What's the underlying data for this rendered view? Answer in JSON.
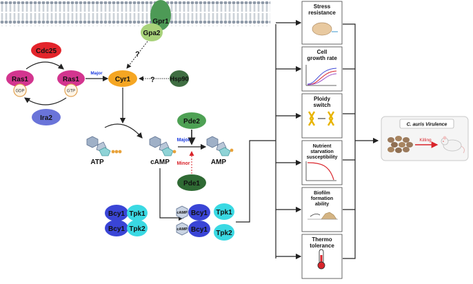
{
  "membrane": {
    "gpr1": "Gpr1",
    "gpa2": "Gpa2",
    "question_top": "?"
  },
  "proteins": {
    "cdc25": "Cdc25",
    "ras1_left": "Ras1",
    "gdp": "GDP",
    "ras1_right": "Ras1",
    "gtp": "GTP",
    "ira2": "Ira2",
    "cyr1": "Cyr1",
    "hsp90": "Hsp90",
    "question_hsp90": "?",
    "pde2": "Pde2",
    "pde1": "Pde1"
  },
  "labels": {
    "major_ras": "Major",
    "major_pde2": "Major",
    "minor_pde1": "Minor",
    "atp": "ATP",
    "camp": "cAMP",
    "amp": "AMP"
  },
  "pka": {
    "bcy1_a": "Bcy1",
    "tpk1_a": "Tpk1",
    "bcy1_b": "Bcy1",
    "tpk2_a": "Tpk2",
    "camp_tag_1": "cAMP",
    "bcy1_c": "Bcy1",
    "camp_tag_2": "cAMP",
    "bcy1_d": "Bcy1",
    "tpk1_b": "Tpk1",
    "tpk2_b": "Tpk2"
  },
  "phenotypes": [
    {
      "title": "Stress\nresistance"
    },
    {
      "title": "Cell\ngrowth rate"
    },
    {
      "title": "Ploidy\nswitch"
    },
    {
      "title": "Nutrient\nstarvation\nsusceptibility"
    },
    {
      "title": "Biofilm\nformation\nability"
    },
    {
      "title": "Thermo\ntolerance"
    }
  ],
  "virulence": {
    "title": "C. auris Virulence",
    "killing": "Killing"
  },
  "colors": {
    "cdc25": "#e3242b",
    "ras": "#d3358f",
    "ira2": "#6a74d9",
    "cyr1": "#f5a623",
    "hsp90": "#3f6e42",
    "pde2": "#4ea154",
    "pde1": "#2f6a34",
    "bcy1": "#3a45d6",
    "tpk": "#3ad9e3",
    "gpr1": "#4d9a56",
    "gpa2": "#a8d27a",
    "major": "#1a3adf",
    "minor": "#d9232a"
  }
}
